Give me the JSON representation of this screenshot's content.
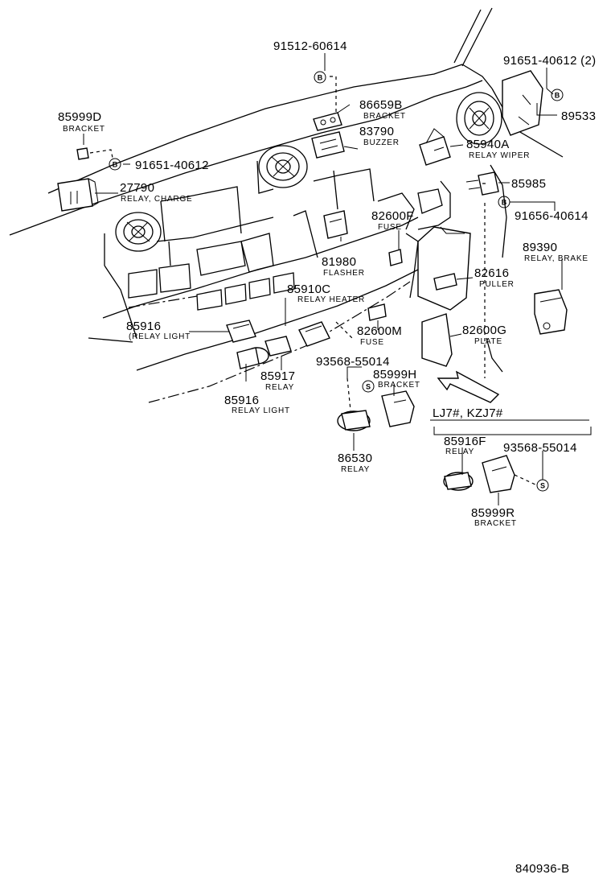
{
  "diagram_code": "840936-B",
  "variant_label": "LJ7#, KZJ7#",
  "callouts": [
    {
      "id": "p91512",
      "part": "91512-60614",
      "desc": ""
    },
    {
      "id": "p91651a",
      "part": "91651-40612 (2)",
      "desc": ""
    },
    {
      "id": "p89533",
      "part": "89533",
      "desc": ""
    },
    {
      "id": "p85999d",
      "part": "85999D",
      "desc": "BRACKET"
    },
    {
      "id": "p86659b",
      "part": "86659B",
      "desc": "BRACKET"
    },
    {
      "id": "p83790",
      "part": "83790",
      "desc": "BUZZER"
    },
    {
      "id": "p85940a",
      "part": "85940A",
      "desc": "RELAY WIPER"
    },
    {
      "id": "p91651b",
      "part": "91651-40612",
      "desc": ""
    },
    {
      "id": "p27790",
      "part": "27790",
      "desc": "RELAY, CHARGE"
    },
    {
      "id": "p85985",
      "part": "85985",
      "desc": ""
    },
    {
      "id": "p91656",
      "part": "91656-40614",
      "desc": ""
    },
    {
      "id": "p82600f",
      "part": "82600F",
      "desc": "FUSE"
    },
    {
      "id": "p89390",
      "part": "89390",
      "desc": "RELAY, BRAKE"
    },
    {
      "id": "p81980",
      "part": "81980",
      "desc": "FLASHER"
    },
    {
      "id": "p82616",
      "part": "82616",
      "desc": "PULLER"
    },
    {
      "id": "p85910c",
      "part": "85910C",
      "desc": "RELAY HEATER"
    },
    {
      "id": "p85916a",
      "part": "85916",
      "desc": "(RELAY LIGHT"
    },
    {
      "id": "p82600m",
      "part": "82600M",
      "desc": "FUSE"
    },
    {
      "id": "p82600g",
      "part": "82600G",
      "desc": "PLATE"
    },
    {
      "id": "p93568a",
      "part": "93568-55014",
      "desc": ""
    },
    {
      "id": "p85917",
      "part": "85917",
      "desc": "RELAY"
    },
    {
      "id": "p85999h",
      "part": "85999H",
      "desc": "BRACKET"
    },
    {
      "id": "p85916b",
      "part": "85916",
      "desc": "RELAY LIGHT"
    },
    {
      "id": "p86530",
      "part": "86530",
      "desc": "RELAY"
    },
    {
      "id": "p85916f",
      "part": "85916F",
      "desc": "RELAY"
    },
    {
      "id": "p93568b",
      "part": "93568-55014",
      "desc": ""
    },
    {
      "id": "p85999r",
      "part": "85999R",
      "desc": "BRACKET"
    }
  ],
  "symbols": {
    "b": "B",
    "s": "S"
  }
}
